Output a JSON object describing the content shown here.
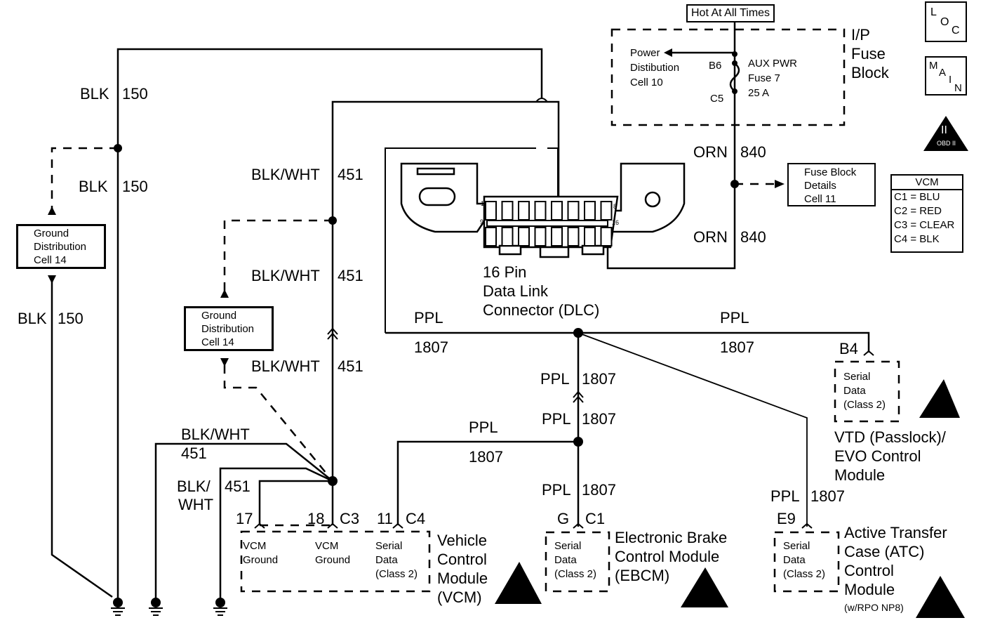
{
  "header": {
    "hot_label": "Hot At All Times",
    "badges": {
      "loc": [
        "L",
        "O",
        "C"
      ],
      "main": [
        "M",
        "A",
        "I",
        "N"
      ],
      "obd": {
        "numeral": "II",
        "label": "OBD II"
      }
    }
  },
  "fuse_block": {
    "title": [
      "I/P",
      "Fuse",
      "Block"
    ],
    "power_dist": [
      "Power",
      "Distibution",
      "Cell 10"
    ],
    "pin_in": "B6",
    "pin_out": "C5",
    "fuse": [
      "AUX PWR",
      "Fuse 7",
      "25 A"
    ]
  },
  "fuse_details": [
    "Fuse Block",
    "Details",
    "Cell 11"
  ],
  "vcm_legend": {
    "title": "VCM",
    "rows": [
      "C1 = BLU",
      "C2 = RED",
      "C3 = CLEAR",
      "C4 = BLK"
    ]
  },
  "ground_left": [
    "Ground",
    "Distribution",
    "Cell 14"
  ],
  "ground_mid": [
    "Ground",
    "Distribution",
    "Cell 14"
  ],
  "wires": {
    "blk150_a": {
      "color": "BLK",
      "circuit": "150"
    },
    "blk150_b": {
      "color": "BLK",
      "circuit": "150"
    },
    "blk150_c": {
      "color": "BLK",
      "circuit": "150"
    },
    "bw451_a": {
      "color": "BLK/WHT",
      "circuit": "451"
    },
    "bw451_b": {
      "color": "BLK/WHT",
      "circuit": "451"
    },
    "bw451_c": {
      "color": "BLK/WHT",
      "circuit": "451"
    },
    "bw451_d": {
      "color": "BLK/WHT",
      "circuit": "451"
    },
    "bw451_e": {
      "color_1": "BLK/",
      "color_2": "WHT",
      "circuit": "451"
    },
    "orn840_a": {
      "color": "ORN",
      "circuit": "840"
    },
    "orn840_b": {
      "color": "ORN",
      "circuit": "840"
    },
    "ppl_left": {
      "color": "PPL",
      "circuit": "1807"
    },
    "ppl_right": {
      "color": "PPL",
      "circuit": "1807"
    },
    "ppl_v1": {
      "color": "PPL",
      "circuit": "1807"
    },
    "ppl_v2": {
      "color": "PPL",
      "circuit": "1807"
    },
    "ppl_vcm": {
      "color": "PPL",
      "circuit": "1807"
    },
    "ppl_ebcm": {
      "color": "PPL",
      "circuit": "1807"
    },
    "ppl_atc": {
      "color": "PPL",
      "circuit": "1807"
    }
  },
  "dlc": {
    "label": [
      "16 Pin",
      "Data Link",
      "Connector (DLC)"
    ],
    "pins": {
      "p1": "1",
      "p8": "8",
      "p9": "9",
      "p16": "16"
    }
  },
  "vcm": {
    "pins": {
      "p17": "17",
      "p18": "18",
      "c3": "C3",
      "p11": "11",
      "c4": "C4"
    },
    "cells": [
      [
        "VCM",
        "Ground"
      ],
      [
        "VCM",
        "Ground"
      ],
      [
        "Serial",
        "Data",
        "(Class 2)"
      ]
    ],
    "name": [
      "Vehicle",
      "Control",
      "Module",
      "(VCM)"
    ]
  },
  "ebcm": {
    "pin": "G",
    "conn": "C1",
    "cell": [
      "Serial",
      "Data",
      "(Class 2)"
    ],
    "name": [
      "Electronic Brake",
      "Control Module",
      "(EBCM)"
    ]
  },
  "vtd": {
    "pin": "B4",
    "cell": [
      "Serial",
      "Data",
      "(Class 2)"
    ],
    "name": [
      "VTD (Passlock)/",
      "EVO Control",
      "Module"
    ]
  },
  "atc": {
    "pin": "E9",
    "cell": [
      "Serial",
      "Data",
      "(Class 2)"
    ],
    "name": [
      "Active Transfer",
      "Case (ATC)",
      "Control",
      "Module"
    ],
    "note": "(w/RPO NP8)"
  }
}
